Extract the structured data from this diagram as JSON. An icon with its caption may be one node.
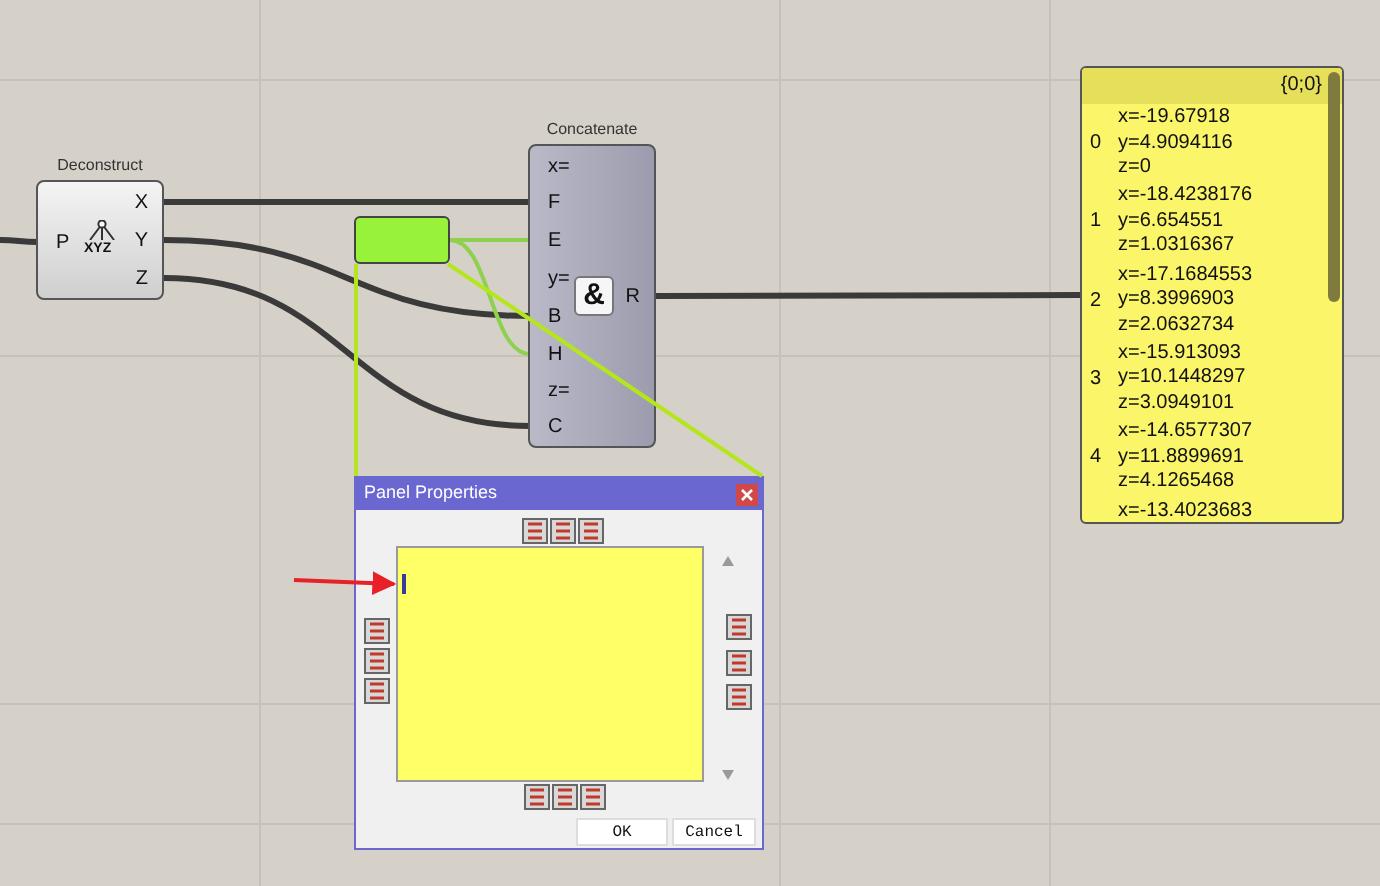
{
  "diagram": {
    "nodes": [
      {
        "text": [
          "Deconstruct"
        ]
      },
      {
        "text": [
          "P"
        ],
        "in": 0
      },
      {
        "text": [
          "X"
        ],
        "in": 0
      },
      {
        "text": [
          "Y"
        ],
        "in": 0
      },
      {
        "text": [
          "Z"
        ],
        "in": 0
      },
      {
        "text": [
          "Concatenate"
        ]
      },
      {
        "text": [
          "x="
        ],
        "in": 5
      },
      {
        "text": [
          "F"
        ],
        "in": 5
      },
      {
        "text": [
          "E"
        ],
        "in": 5
      },
      {
        "text": [
          "y="
        ],
        "in": 5
      },
      {
        "text": [
          "B"
        ],
        "in": 5
      },
      {
        "text": [
          "H"
        ],
        "in": 5
      },
      {
        "text": [
          "z="
        ],
        "in": 5
      },
      {
        "text": [
          "C"
        ],
        "in": 5
      },
      {
        "text": [
          "R"
        ],
        "in": 5
      },
      {
        "text": [],
        "shape": "box"
      },
      {
        "text": [
          "{0;0}",
          "0",
          "x=-19.67918 y=4.9094116 z=0",
          "1",
          "x=-18.4238176 y=6.654551 z=1.0316367",
          "2",
          "x=-17.1684553 y=8.3996903 z=2.0632734",
          "3",
          "x=-15.913093 y=10.1448297 z=3.0949101",
          "4",
          "x=-14.6577307 y=11.8899691 z=4.1265468",
          "x=-13.4023683"
        ]
      },
      {
        "text": [
          "Panel Properties"
        ]
      },
      {
        "text": [],
        "shape": "box",
        "in": 17
      }
    ],
    "edges": [
      {
        "from": null,
        "to": 1,
        "arrow": "none"
      },
      {
        "from": 2,
        "to": 7,
        "arrow": "none"
      },
      {
        "from": 3,
        "to": 10,
        "arrow": "none"
      },
      {
        "from": 4,
        "to": 13,
        "arrow": "none"
      },
      {
        "from": 15,
        "to": 8,
        "arrow": "none",
        "color": "#8fd14f"
      },
      {
        "from": 15,
        "to": 11,
        "arrow": "none",
        "color": "#8fd14f"
      },
      {
        "from": 14,
        "to": 16,
        "arrow": "none"
      },
      {
        "from": 15,
        "to": 17,
        "arrow": "none",
        "color": "#b5e61d"
      },
      {
        "from": 15,
        "to": 17,
        "arrow": "none",
        "color": "#b5e61d"
      },
      {
        "from": null,
        "to": 18,
        "arrow": "to",
        "color": "#e8202a"
      }
    ],
    "labels": [
      "XYZ",
      "&",
      "OK",
      "Cancel"
    ]
  }
}
